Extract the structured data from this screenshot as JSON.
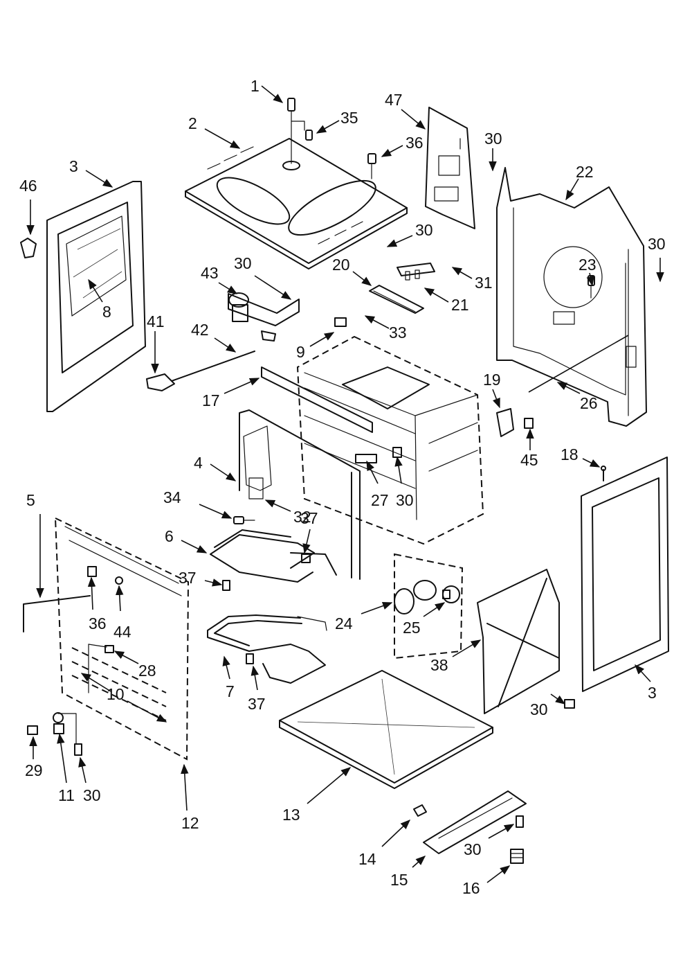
{
  "diagram": {
    "labels": [
      {
        "id": "L1",
        "text": "1"
      },
      {
        "id": "L2",
        "text": "2"
      },
      {
        "id": "L3a",
        "text": "3"
      },
      {
        "id": "L3b",
        "text": "3"
      },
      {
        "id": "L4",
        "text": "4"
      },
      {
        "id": "L5",
        "text": "5"
      },
      {
        "id": "L6",
        "text": "6"
      },
      {
        "id": "L7",
        "text": "7"
      },
      {
        "id": "L8",
        "text": "8"
      },
      {
        "id": "L9",
        "text": "9"
      },
      {
        "id": "L10",
        "text": "10"
      },
      {
        "id": "L11",
        "text": "11"
      },
      {
        "id": "L12",
        "text": "12"
      },
      {
        "id": "L13",
        "text": "13"
      },
      {
        "id": "L14",
        "text": "14"
      },
      {
        "id": "L15",
        "text": "15"
      },
      {
        "id": "L16",
        "text": "16"
      },
      {
        "id": "L17",
        "text": "17"
      },
      {
        "id": "L18",
        "text": "18"
      },
      {
        "id": "L19",
        "text": "19"
      },
      {
        "id": "L20",
        "text": "20"
      },
      {
        "id": "L21",
        "text": "21"
      },
      {
        "id": "L22",
        "text": "22"
      },
      {
        "id": "L23",
        "text": "23"
      },
      {
        "id": "L24",
        "text": "24"
      },
      {
        "id": "L25",
        "text": "25"
      },
      {
        "id": "L26",
        "text": "26"
      },
      {
        "id": "L27",
        "text": "27"
      },
      {
        "id": "L28",
        "text": "28"
      },
      {
        "id": "L29",
        "text": "29"
      },
      {
        "id": "L30a",
        "text": "30"
      },
      {
        "id": "L30b",
        "text": "30"
      },
      {
        "id": "L30c",
        "text": "30"
      },
      {
        "id": "L30d",
        "text": "30"
      },
      {
        "id": "L30e",
        "text": "30"
      },
      {
        "id": "L30f",
        "text": "30"
      },
      {
        "id": "L30g",
        "text": "30"
      },
      {
        "id": "L30h",
        "text": "30"
      },
      {
        "id": "L31",
        "text": "31"
      },
      {
        "id": "L32",
        "text": "32"
      },
      {
        "id": "L33",
        "text": "33"
      },
      {
        "id": "L34",
        "text": "34"
      },
      {
        "id": "L35",
        "text": "35"
      },
      {
        "id": "L36a",
        "text": "36"
      },
      {
        "id": "L36b",
        "text": "36"
      },
      {
        "id": "L37a",
        "text": "37"
      },
      {
        "id": "L37b",
        "text": "37"
      },
      {
        "id": "L37c",
        "text": "37"
      },
      {
        "id": "L38",
        "text": "38"
      },
      {
        "id": "L41",
        "text": "41"
      },
      {
        "id": "L42",
        "text": "42"
      },
      {
        "id": "L43",
        "text": "43"
      },
      {
        "id": "L44",
        "text": "44"
      },
      {
        "id": "L45",
        "text": "45"
      },
      {
        "id": "L46",
        "text": "46"
      },
      {
        "id": "L47",
        "text": "47"
      }
    ]
  }
}
